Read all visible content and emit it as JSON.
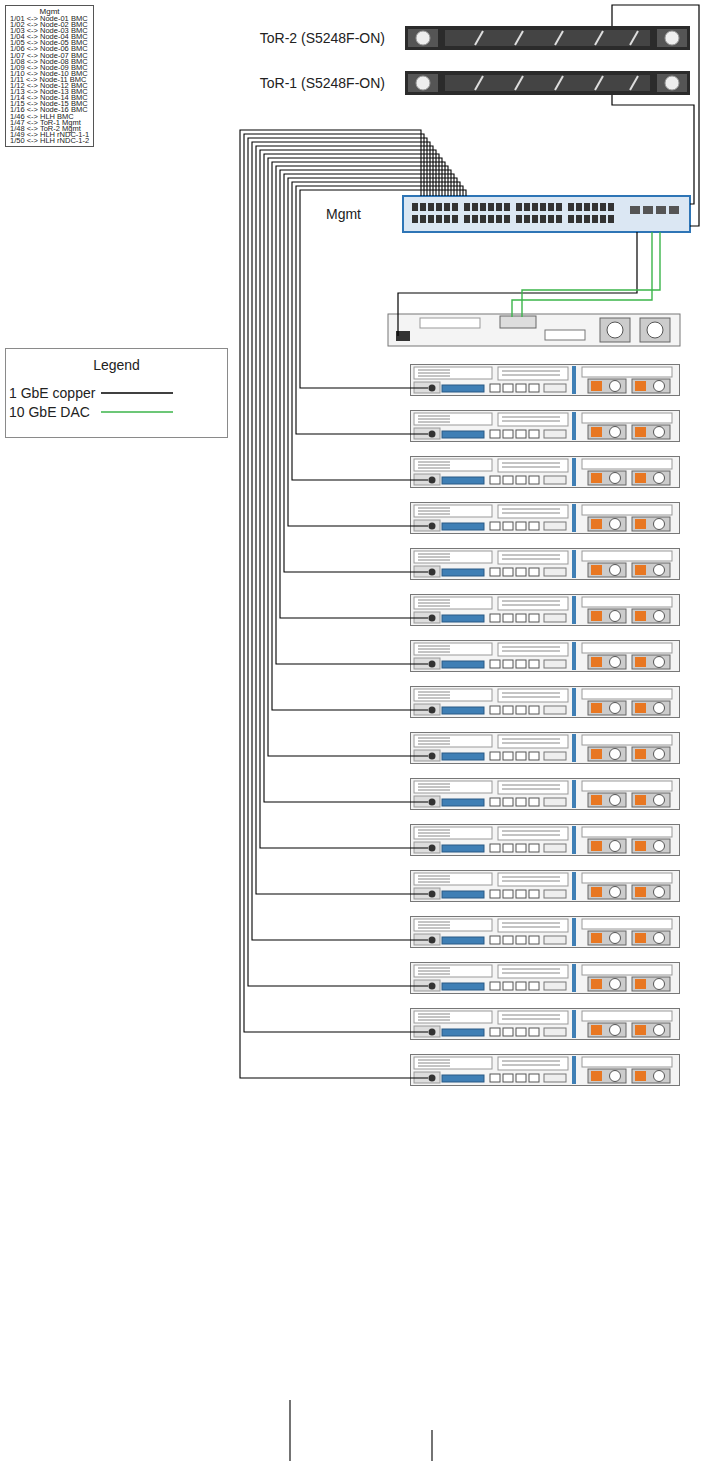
{
  "diagram": {
    "nodes": [
      {
        "text": [
          "Mgmt",
          "1/01 <-> Node-01 BMC",
          "1/02 <-> Node-02 BMC",
          "1/03 <-> Node-03 BMC",
          "1/04 <-> Node-04 BMC",
          "1/05 <-> Node-05 BMC",
          "1/06 <-> Node-06 BMC",
          "1/07 <-> Node-07 BMC",
          "1/08 <-> Node-08 BMC",
          "1/09 <-> Node-09 BMC",
          "1/10 <-> Node-10 BMC",
          "1/11 <-> Node-11 BMC",
          "1/12 <-> Node-12 BMC",
          "1/13 <-> Node-13 BMC",
          "1/14 <-> Node-14 BMC",
          "1/15 <-> Node-15 BMC",
          "1/16 <-> Node-16 BMC",
          "1/46 <-> HLH BMC",
          "1/47 <-> ToR-1 Mgmt",
          "1/48 <-> ToR-2 Mgmt",
          "1/49 <-> HLH rNDC-1-1",
          "1/50 <-> HLH rNDC-1-2"
        ]
      },
      {
        "text": [
          "Legend"
        ]
      },
      {
        "text": [
          "ToR-2 (S5248F-ON)"
        ]
      },
      {
        "text": [
          "ToR-1 (S5248F-ON)"
        ]
      },
      {
        "text": [
          "Mgmt"
        ]
      }
    ],
    "edges": [
      {
        "from": 4,
        "to": 2,
        "arrow": "none"
      },
      {
        "from": 4,
        "to": 3,
        "arrow": "none"
      }
    ],
    "legend": [
      {
        "text": "1 GbE copper"
      },
      {
        "text": "10 GbE DAC"
      }
    ]
  }
}
